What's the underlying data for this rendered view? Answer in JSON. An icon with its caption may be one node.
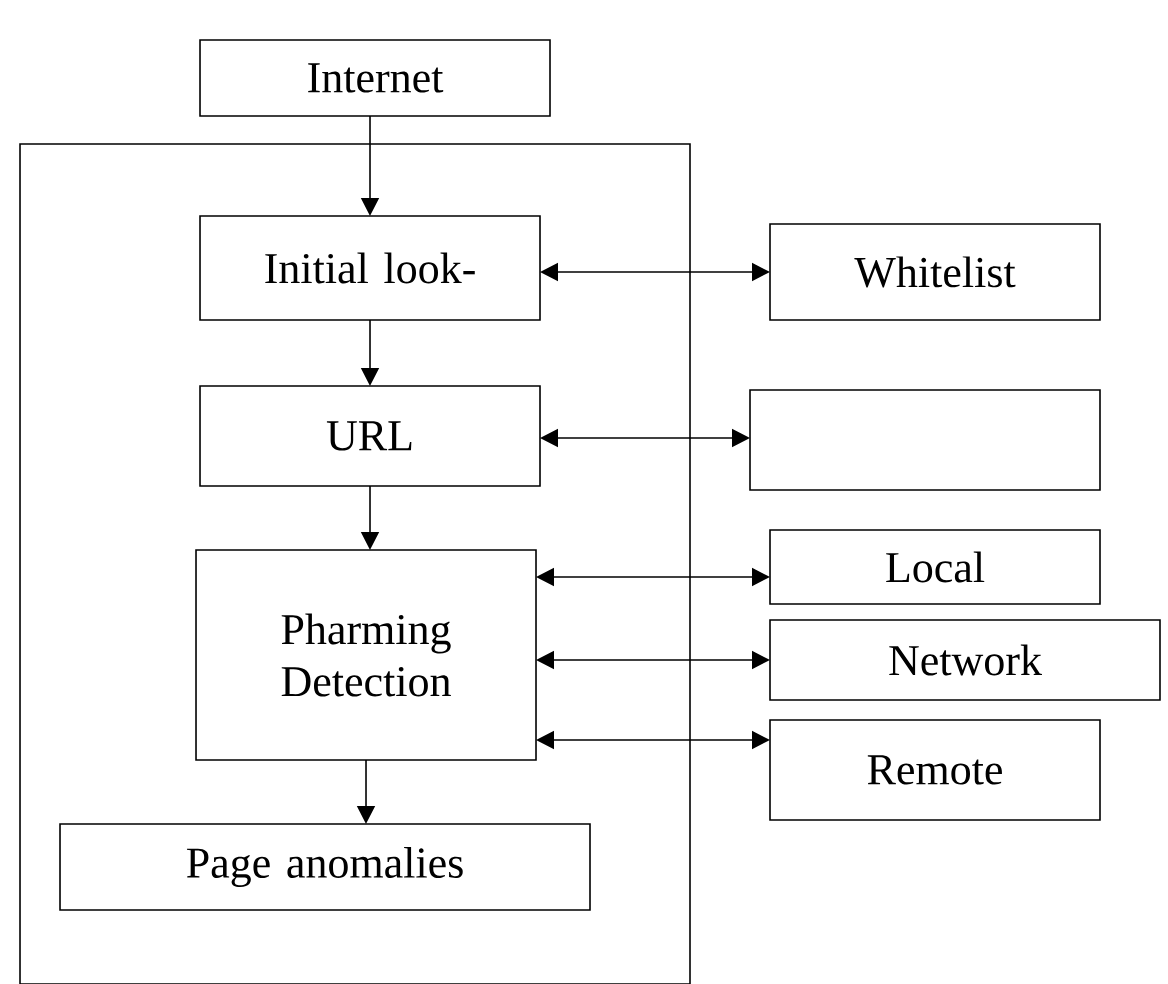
{
  "diagram": {
    "nodes": [
      {
        "text": [
          "Internet"
        ]
      },
      {
        "text": [],
        "shape": "box"
      },
      {
        "text": [
          "Initial look-"
        ],
        "in": 1
      },
      {
        "text": [
          "Whitelist"
        ]
      },
      {
        "text": [
          "URL"
        ],
        "in": 1
      },
      {
        "text": [],
        "shape": "box"
      },
      {
        "text": [
          "Pharming Detection"
        ],
        "in": 1
      },
      {
        "text": [
          "Local"
        ]
      },
      {
        "text": [
          "Network"
        ]
      },
      {
        "text": [
          "Remote"
        ]
      },
      {
        "text": [
          "Page anomalies"
        ],
        "in": 1
      }
    ],
    "edges": [
      {
        "from": 0,
        "to": 2,
        "arrow": "to"
      },
      {
        "from": 2,
        "to": 3,
        "arrow": "both"
      },
      {
        "from": 2,
        "to": 4,
        "arrow": "to"
      },
      {
        "from": 4,
        "to": 5,
        "arrow": "both"
      },
      {
        "from": 4,
        "to": 6,
        "arrow": "to"
      },
      {
        "from": 6,
        "to": 7,
        "arrow": "both"
      },
      {
        "from": 6,
        "to": 8,
        "arrow": "both"
      },
      {
        "from": 6,
        "to": 9,
        "arrow": "both"
      },
      {
        "from": 6,
        "to": 10,
        "arrow": "to"
      }
    ]
  }
}
